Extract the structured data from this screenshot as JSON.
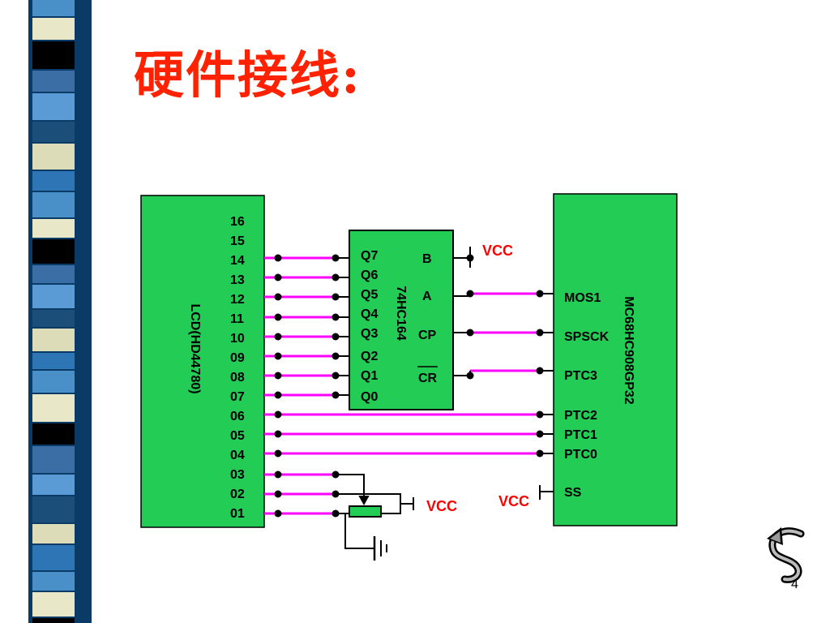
{
  "slide": {
    "title": "硬件接线:",
    "page_number": "4"
  },
  "lcd": {
    "name": "LCD(HD44780)",
    "pins": [
      "16",
      "15",
      "14",
      "13",
      "12",
      "11",
      "10",
      "09",
      "08",
      "07",
      "06",
      "05",
      "04",
      "03",
      "02",
      "01"
    ]
  },
  "shift_register": {
    "name": "74HC164",
    "outputs": [
      "Q7",
      "Q6",
      "Q5",
      "Q4",
      "Q3",
      "Q2",
      "Q1",
      "Q0"
    ],
    "inputs": [
      "B",
      "A",
      "CP",
      "CR"
    ]
  },
  "mcu": {
    "name": "MC68HC908GP32",
    "pins": [
      "MOS1",
      "SPSCK",
      "PTC3",
      "PTC2",
      "PTC1",
      "PTC0",
      "SS"
    ]
  },
  "power_labels": {
    "vcc_b": "VCC",
    "vcc_pot": "VCC",
    "vcc_ss": "VCC"
  },
  "colors": {
    "title": "#ff2200",
    "chip_fill": "#22cc55",
    "wire": "#ff00ff",
    "vcc": "#ff0000"
  },
  "icons": {
    "return": "return-arrow-icon"
  }
}
